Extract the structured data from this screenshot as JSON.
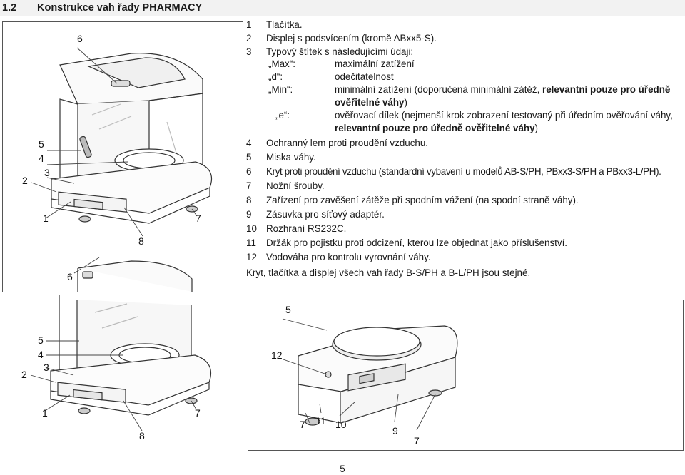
{
  "section": {
    "number": "1.2",
    "title": "Konstrukce vah řady PHARMACY"
  },
  "figure_top_callouts": {
    "c6a": "6",
    "c5": "5",
    "c4": "4",
    "c3": "3",
    "c2": "2",
    "c1": "1",
    "c8": "8",
    "c7": "7",
    "c6b": "6"
  },
  "figure_bottom_callouts": {
    "c5": "5",
    "c12": "12",
    "c7a": "7",
    "c11": "11",
    "c10": "10",
    "c9": "9",
    "c7b": "7"
  },
  "left_lower_callouts": {
    "c5": "5",
    "c4": "4",
    "c3": "3",
    "c2": "2",
    "c1": "1",
    "c8": "8",
    "c7": "7"
  },
  "items": [
    {
      "n": "1",
      "text": "Tlačítka."
    },
    {
      "n": "2",
      "text": "Displej s podsvícením (kromě ABxx5-S)."
    },
    {
      "n": "3",
      "text": "Typový štítek s následujícími údaji:"
    },
    {
      "n": "4",
      "text": "Ochranný lem proti proudění vzduchu."
    },
    {
      "n": "5",
      "text": "Miska váhy."
    },
    {
      "n": "6",
      "text": "Kryt proti proudění vzduchu (standardní vybavení u modelů AB-S/PH, PBxx3-S/PH a PBxx3-L/PH)."
    },
    {
      "n": "7",
      "text": "Nožní šrouby."
    },
    {
      "n": "8",
      "text": "Zařízení pro zavěšení zátěže při spodním vážení (na spodní straně váhy)."
    },
    {
      "n": "9",
      "text": "Zásuvka pro síťový adaptér."
    },
    {
      "n": "10",
      "text": "Rozhraní RS232C."
    },
    {
      "n": "11",
      "text": "Držák pro pojistku proti odcizení, kterou lze objednat jako příslušenství."
    },
    {
      "n": "12",
      "text": "Vodováha pro kontrolu vyrovnání váhy."
    }
  ],
  "label_details": {
    "max_key": "„Max“:",
    "max_val": "maximální zatížení",
    "d_key": "„d“:",
    "d_val": "odečitatelnost",
    "min_key": "„Min“:",
    "min_val_plain": "minimální zatížení (doporučená minimální zátěž, ",
    "min_val_bold1": "relevantní pouze pro úředně",
    "min_val_bold2": "ověřitelné váhy",
    "min_close": ")",
    "e_key": "„e“:",
    "e_val_plain": "ověřovací dílek (nejmenší krok zobrazení testovaný při úředním ověřování váhy,",
    "e_val_bold": "relevantní pouze pro úředně ověřitelné váhy",
    "e_close": ")"
  },
  "closing_note": "Kryt, tlačítka a displej všech vah řady B-S/PH a B-L/PH jsou stejné.",
  "page_number": "5",
  "colors": {
    "heading_bg": "#f2f2f2",
    "frame": "#555555",
    "drawing_line": "#333333"
  }
}
